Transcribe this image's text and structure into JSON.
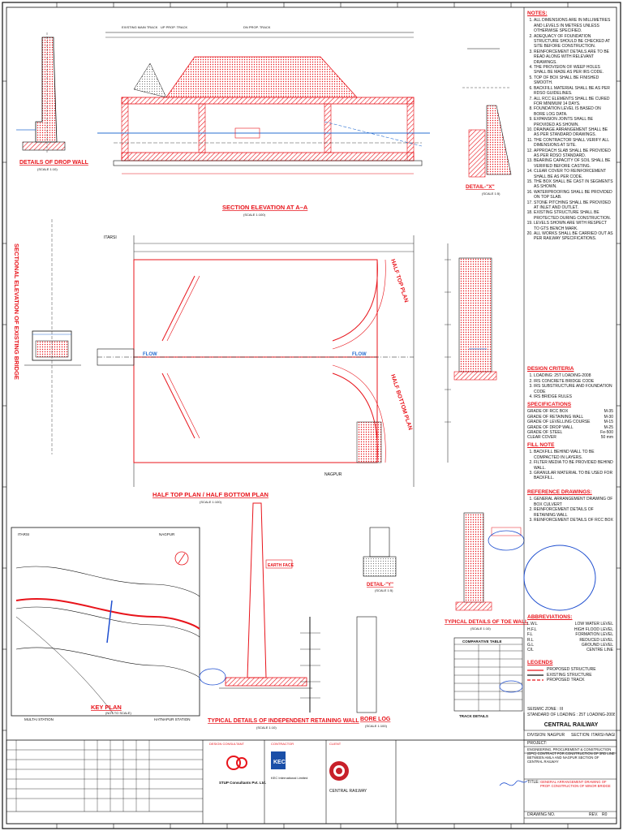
{
  "colors": {
    "ink": "#111111",
    "accent": "#e8141b",
    "water": "#2a6fd1",
    "markup": "#1f4fd0",
    "hatch": "#e8141b"
  },
  "drop_wall": {
    "title": "DETAILS OF DROP WALL",
    "scale": "(SCALE 1:10)"
  },
  "section_elevation": {
    "title": "SECTION ELEVATION AT A–A",
    "scale": "(SCALE 1:100)",
    "top_row_left": "EXISTING MAIN TRACK",
    "top_row_mid": "UP PROP. TRACK",
    "top_row_right": "DN PROP. TRACK"
  },
  "detail_x": {
    "title": "DETAIL-\"X\"",
    "scale": "(SCALE 1:5)"
  },
  "half_plan": {
    "title": "HALF TOP PLAN / HALF BOTTOM PLAN",
    "scale": "(SCALE 1:100)",
    "top_label": "HALF TOP PLAN",
    "bottom_label": "HALF BOTTOM PLAN",
    "flow": "FLOW",
    "left_end": "ITARSI",
    "right_end": "NAGPUR"
  },
  "existing_bridge": {
    "label": "SECTIONAL ELEVATION OF EXISTING BRIDGE"
  },
  "retaining_wall": {
    "title": "TYPICAL DETAILS OF INDEPENDENT RETAINING WALL",
    "scale": "(SCALE 1:10)",
    "earth_face": "EARTH FACE"
  },
  "detail_y": {
    "title": "DETAIL-\"Y\"",
    "scale": "(SCALE 1:5)"
  },
  "tie_wall": {
    "title": "TYPICAL DETAILS OF TOE WALL",
    "scale": "(SCALE 1:10)"
  },
  "bore_log": {
    "title": "BORE LOG",
    "scale": "(SCALE 1:100)"
  },
  "key_plan": {
    "title": "KEY PLAN",
    "scale": "(NOT TO SCALE)",
    "left_station": "MULTAI STATION",
    "right_station": "HATNAPUR STATION",
    "north_left": "ITARSI",
    "north_right": "NAGPUR"
  },
  "notes": {
    "title": "NOTES:",
    "items": [
      "ALL DIMENSIONS ARE IN MILLIMETRES AND LEVELS IN METRES UNLESS OTHERWISE SPECIFIED.",
      "ADEQUACY OF FOUNDATION STRUCTURE SHOULD BE CHECKED AT SITE BEFORE CONSTRUCTION.",
      "REINFORCEMENT DETAILS ARE TO BE READ ALONG WITH RELEVANT DRAWINGS.",
      "THE PROVISION OF WEEP HOLES SHALL BE MADE AS PER IRS CODE.",
      "TOP OF BOX SHALL BE FINISHED SMOOTH.",
      "BACKFILL MATERIAL SHALL BE AS PER RDSO GUIDELINES.",
      "ALL RCC ELEMENTS SHALL BE CURED FOR MINIMUM 14 DAYS.",
      "FOUNDATION LEVEL IS BASED ON BORE LOG DATA.",
      "EXPANSION JOINTS SHALL BE PROVIDED AS SHOWN.",
      "DRAINAGE ARRANGEMENT SHALL BE AS PER STANDARD DRAWINGS.",
      "THE CONTRACTOR SHALL VERIFY ALL DIMENSIONS AT SITE.",
      "APPROACH SLAB SHALL BE PROVIDED AS PER RDSO STANDARD.",
      "BEARING CAPACITY OF SOIL SHALL BE VERIFIED BEFORE CASTING.",
      "CLEAR COVER TO REINFORCEMENT SHALL BE AS PER CODE.",
      "THE BOX SHALL BE CAST IN SEGMENTS AS SHOWN.",
      "WATERPROOFING SHALL BE PROVIDED ON TOP SLAB.",
      "STONE PITCHING SHALL BE PROVIDED AT INLET AND OUTLET.",
      "EXISTING STRUCTURE SHALL BE PROTECTED DURING CONSTRUCTION.",
      "LEVELS SHOWN ARE WITH RESPECT TO GTS BENCH MARK.",
      "ALL WORKS SHALL BE CARRIED OUT AS PER RAILWAY SPECIFICATIONS."
    ]
  },
  "design_criteria": {
    "title": "DESIGN CRITERIA",
    "items": [
      "LOADING: 25T LOADING-2008",
      "IRS CONCRETE BRIDGE CODE",
      "IRS SUBSTRUCTURE AND FOUNDATION CODE",
      "IRS BRIDGE RULES"
    ]
  },
  "specifications": {
    "title": "SPECIFICATIONS",
    "rows": [
      [
        "GRADE OF RCC BOX",
        "M-35"
      ],
      [
        "GRADE OF RETAINING WALL",
        "M-30"
      ],
      [
        "GRADE OF LEVELLING COURSE",
        "M-15"
      ],
      [
        "GRADE OF DROP WALL",
        "M-25"
      ],
      [
        "GRADE OF STEEL",
        "Fe-500"
      ],
      [
        "CLEAR COVER",
        "50 mm"
      ]
    ]
  },
  "fill_note": {
    "title": "FILL NOTE",
    "items": [
      "BACKFILL BEHIND WALL TO BE COMPACTED IN LAYERS.",
      "FILTER MEDIA TO BE PROVIDED BEHIND WALL.",
      "GRANULAR MATERIAL TO BE USED FOR BACKFILL."
    ]
  },
  "reference_drawings": {
    "title": "REFERENCE DRAWINGS:",
    "items": [
      "GENERAL ARRANGEMENT DRAWING OF BOX CULVERT",
      "REINFORCEMENT DETAILS OF RETAINING WALL",
      "REINFORCEMENT DETAILS OF RCC BOX"
    ]
  },
  "abbreviations": {
    "title": "ABBREVIATIONS:",
    "rows": [
      [
        "L.W.L",
        "LOW WATER LEVEL"
      ],
      [
        "H.F.L",
        "HIGH FLOOD LEVEL"
      ],
      [
        "F.L",
        "FORMATION LEVEL"
      ],
      [
        "R.L",
        "REDUCED LEVEL"
      ],
      [
        "G.L",
        "GROUND LEVEL"
      ],
      [
        "C/L",
        "CENTRE LINE"
      ]
    ]
  },
  "legends": {
    "title": "LEGENDS",
    "items": [
      "PROPOSED STRUCTURE",
      "EXISTING STRUCTURE",
      "PROPOSED TRACK"
    ]
  },
  "comparative_table": {
    "title": "COMPARATIVE TABLE"
  },
  "track_details": {
    "title": "TRACK DETAILS"
  },
  "title_block": {
    "seismic": "SEISMIC ZONE : III",
    "loading": "STANDARD OF LOADING : 25T LOADING-2008",
    "railway": "CENTRAL RAILWAY",
    "division": "DIVISION: NAGPUR",
    "section": "SECTION: ITARSI-NAGPUR",
    "project_label": "PROJECT:",
    "project": "ENGINEERING, PROCUREMENT & CONSTRUCTION (EPC) CONTRACT FOR CONSTRUCTION OF 3RD LINE BETWEEN AMLA AND NAGPUR SECTION OF CENTRAL RAILWAY",
    "title_label": "TITLE:",
    "title": "GENERAL ARRANGEMENT DRAWING OF PROP. CONSTRUCTION OF MINOR BRIDGE",
    "drawing_no_label": "DRAWING NO.",
    "rev_label": "REV.",
    "rev": "R0",
    "consultant": "STUP Consultants Pvt. Ltd.",
    "contractor": "KEC International Limited",
    "client": "CENTRAL RAILWAY",
    "design_consultant_label": "DESIGN CONSULTANT",
    "contractor_label": "CONTRACTOR",
    "client_label": "CLIENT"
  }
}
